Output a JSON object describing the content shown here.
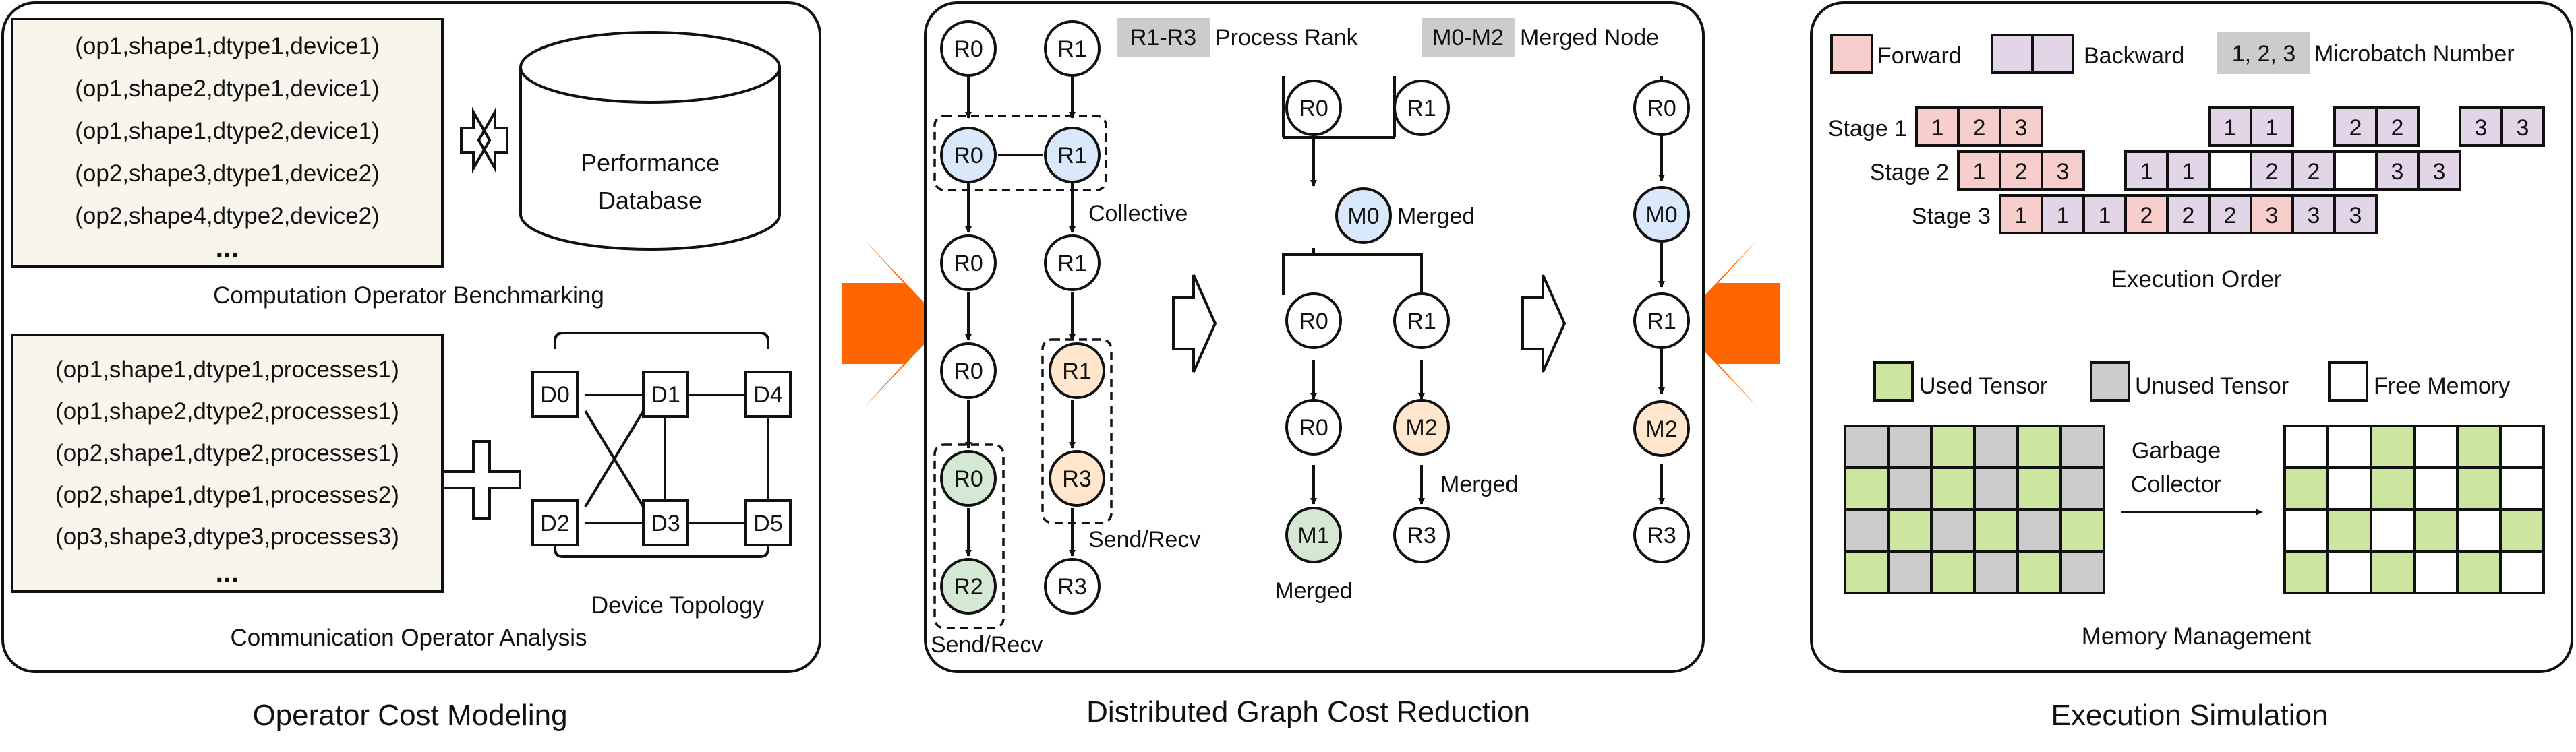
{
  "colors": {
    "panel_fill": "#f8f6ec",
    "arrow_orange": "#ff6600",
    "label_gray": "#cccccc",
    "rank_blue": "#dae8fc",
    "rank_orange": "#ffe6cc",
    "rank_green": "#d5e8d4",
    "forward_pink": "#f8cecc",
    "backward_purple": "#e1d5e7",
    "used_green": "#cce5a0",
    "unused_gray": "#cccccc",
    "free_white": "#ffffff"
  },
  "captions": {
    "left": "Operator Cost Modeling",
    "middle": "Distributed Graph Cost Reduction",
    "right": "Execution Simulation"
  },
  "left": {
    "comp_lines": [
      "(op1,shape1,dtype1,device1)",
      "(op1,shape2,dtype1,device1)",
      "(op1,shape1,dtype2,device1)",
      "(op2,shape3,dtype1,device2)",
      "(op2,shape4,dtype2,device2)",
      "..."
    ],
    "comm_lines": [
      "(op1,shape1,dtype1,processes1)",
      "(op1,shape2,dtype2,processes1)",
      "(op2,shape1,dtype2,processes1)",
      "(op2,shape1,dtype1,processes2)",
      "(op3,shape3,dtype3,processes3)",
      "..."
    ],
    "database": [
      "Performance",
      "Database"
    ],
    "comp_label": "Computation Operator Benchmarking",
    "comm_label": "Communication Operator Analysis",
    "topology_label": "Device Topology",
    "devices": [
      "D0",
      "D1",
      "D4",
      "D2",
      "D3",
      "D5"
    ]
  },
  "middle": {
    "legend_rank_tag": "R1-R3",
    "legend_rank_text": "Process Rank",
    "legend_merge_tag": "M0-M2",
    "legend_merge_text": "Merged Node",
    "nodes": {
      "c1": [
        "R0",
        "R0",
        "R0",
        "R0",
        "R0",
        "R2"
      ],
      "c2": [
        "R1",
        "R1",
        "R1",
        "R1",
        "R3",
        "R3"
      ],
      "m1": [
        "R0",
        "M0",
        "R0",
        "R0",
        "M1"
      ],
      "m2": [
        "R1",
        "R1",
        "M2",
        "R3"
      ],
      "r": [
        "R0",
        "M0",
        "R1",
        "M2",
        "R3"
      ]
    },
    "labels": {
      "collective": "Collective",
      "sendrecv_a": "Send/Recv",
      "sendrecv_b": "Send/Recv",
      "merged_a": "Merged",
      "merged_b": "Merged",
      "merged_c": "Merged"
    }
  },
  "right": {
    "legend_forward": "Forward",
    "legend_backward": "Backward",
    "legend_mb_tag": "1, 2, 3",
    "legend_mb_text": "Microbatch Number",
    "stages": [
      {
        "name": "Stage 1",
        "cells": [
          {
            "t": "F",
            "v": "1"
          },
          {
            "t": "F",
            "v": "2"
          },
          {
            "t": "F",
            "v": "3"
          },
          {
            "t": "E",
            "v": ""
          },
          {
            "t": "E",
            "v": ""
          },
          {
            "t": "E",
            "v": ""
          },
          {
            "t": "E",
            "v": ""
          },
          {
            "t": "B",
            "v": "1"
          },
          {
            "t": "B",
            "v": "1"
          },
          {
            "t": "E",
            "v": ""
          },
          {
            "t": "B",
            "v": "2"
          },
          {
            "t": "B",
            "v": "2"
          },
          {
            "t": "E",
            "v": ""
          },
          {
            "t": "B",
            "v": "3"
          },
          {
            "t": "B",
            "v": "3"
          }
        ]
      },
      {
        "name": "Stage 2",
        "cells": [
          {
            "t": "F",
            "v": "1"
          },
          {
            "t": "F",
            "v": "2"
          },
          {
            "t": "F",
            "v": "3"
          },
          {
            "t": "E",
            "v": ""
          },
          {
            "t": "B",
            "v": "1"
          },
          {
            "t": "B",
            "v": "1"
          },
          {
            "t": "W",
            "v": ""
          },
          {
            "t": "B",
            "v": "2"
          },
          {
            "t": "B",
            "v": "2"
          },
          {
            "t": "W",
            "v": ""
          },
          {
            "t": "B",
            "v": "3"
          },
          {
            "t": "B",
            "v": "3"
          }
        ]
      },
      {
        "name": "Stage 3",
        "cells": [
          {
            "t": "F",
            "v": "1"
          },
          {
            "t": "B",
            "v": "1"
          },
          {
            "t": "B",
            "v": "1"
          },
          {
            "t": "F",
            "v": "2"
          },
          {
            "t": "B",
            "v": "2"
          },
          {
            "t": "B",
            "v": "2"
          },
          {
            "t": "F",
            "v": "3"
          },
          {
            "t": "B",
            "v": "3"
          },
          {
            "t": "B",
            "v": "3"
          }
        ]
      }
    ],
    "execution_label": "Execution Order",
    "legend_used": "Used Tensor",
    "legend_unused": "Unused Tensor",
    "legend_free": "Free Memory",
    "memory_before": [
      [
        "U",
        "U",
        "G",
        "U",
        "G",
        "U"
      ],
      [
        "G",
        "U",
        "G",
        "U",
        "G",
        "U"
      ],
      [
        "U",
        "G",
        "U",
        "G",
        "U",
        "G"
      ],
      [
        "G",
        "U",
        "G",
        "U",
        "G",
        "U"
      ]
    ],
    "memory_after": [
      [
        "W",
        "W",
        "G",
        "W",
        "G",
        "W"
      ],
      [
        "G",
        "W",
        "G",
        "W",
        "G",
        "W"
      ],
      [
        "W",
        "G",
        "W",
        "G",
        "W",
        "G"
      ],
      [
        "G",
        "W",
        "G",
        "W",
        "G",
        "W"
      ]
    ],
    "gc_label": [
      "Garbage",
      "Collector"
    ],
    "memory_label": "Memory Management"
  }
}
